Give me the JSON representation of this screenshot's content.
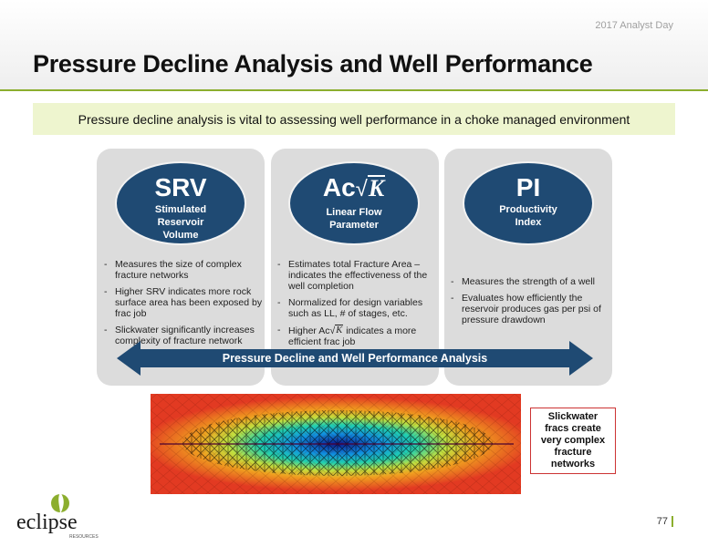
{
  "header": {
    "event": "2017 Analyst Day",
    "title": "Pressure Decline Analysis and Well Performance",
    "subtitle": "Pressure decline analysis is vital to assessing well performance in a choke managed environment"
  },
  "columns": [
    {
      "heading": "SRV",
      "caption_lines": [
        "Stimulated",
        "Reservoir",
        "Volume"
      ],
      "bullets": [
        "Measures the size of complex fracture networks",
        "Higher SRV indicates more rock surface area has been exposed by frac job",
        "Slickwater significantly increases complexity of fracture network"
      ]
    },
    {
      "heading_prefix": "Ac",
      "heading_root": "K",
      "caption_lines": [
        "Linear Flow",
        "Parameter"
      ],
      "bullets": [
        "Estimates total Fracture Area – indicates the effectiveness of the well completion",
        "Normalized for design variables such as LL, # of stages, etc."
      ],
      "bullet3_prefix": "Higher Ac",
      "bullet3_root": "K",
      "bullet3_suffix": " indicates a more efficient frac job"
    },
    {
      "heading": "PI",
      "caption_lines": [
        "Productivity",
        "Index"
      ],
      "bullets": [
        "Measures the strength of a well",
        "Evaluates how efficiently the reservoir produces gas per psi of pressure drawdown"
      ]
    }
  ],
  "arrow_label": "Pressure Decline and Well Performance Analysis",
  "callout_lines": [
    "Slickwater",
    "fracs create",
    "very complex",
    "fracture",
    "networks"
  ],
  "logo": {
    "name": "eclipse",
    "tagline": "RESOURCES"
  },
  "page_number": "77",
  "colors": {
    "accent_green": "#8cae2e",
    "navy": "#1f4a73",
    "subtitle_bg": "#eef5cf",
    "panel_gray": "#dcdcdc",
    "callout_border": "#cc3333"
  }
}
